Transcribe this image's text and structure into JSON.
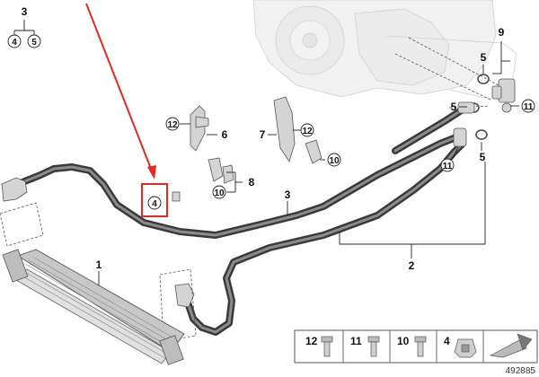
{
  "diagram_id": "492885",
  "callouts": {
    "c1": "1",
    "c2": "2",
    "c3": "3",
    "c4": "4",
    "c5": "5",
    "c6": "6",
    "c7": "7",
    "c8": "8",
    "c9": "9",
    "c10": "10",
    "c11": "11",
    "c12": "12"
  },
  "legend_box": [
    {
      "label": "12",
      "icon": "screw-icon"
    },
    {
      "label": "11",
      "icon": "screw-icon"
    },
    {
      "label": "10",
      "icon": "screw-icon"
    },
    {
      "label": "4",
      "icon": "clip-icon"
    },
    {
      "label": "",
      "icon": "arrow-icon"
    }
  ],
  "colors": {
    "annotation_red": "#e8271f",
    "hose": "#3a3a3a",
    "part_fill": "#d4d4d4"
  }
}
